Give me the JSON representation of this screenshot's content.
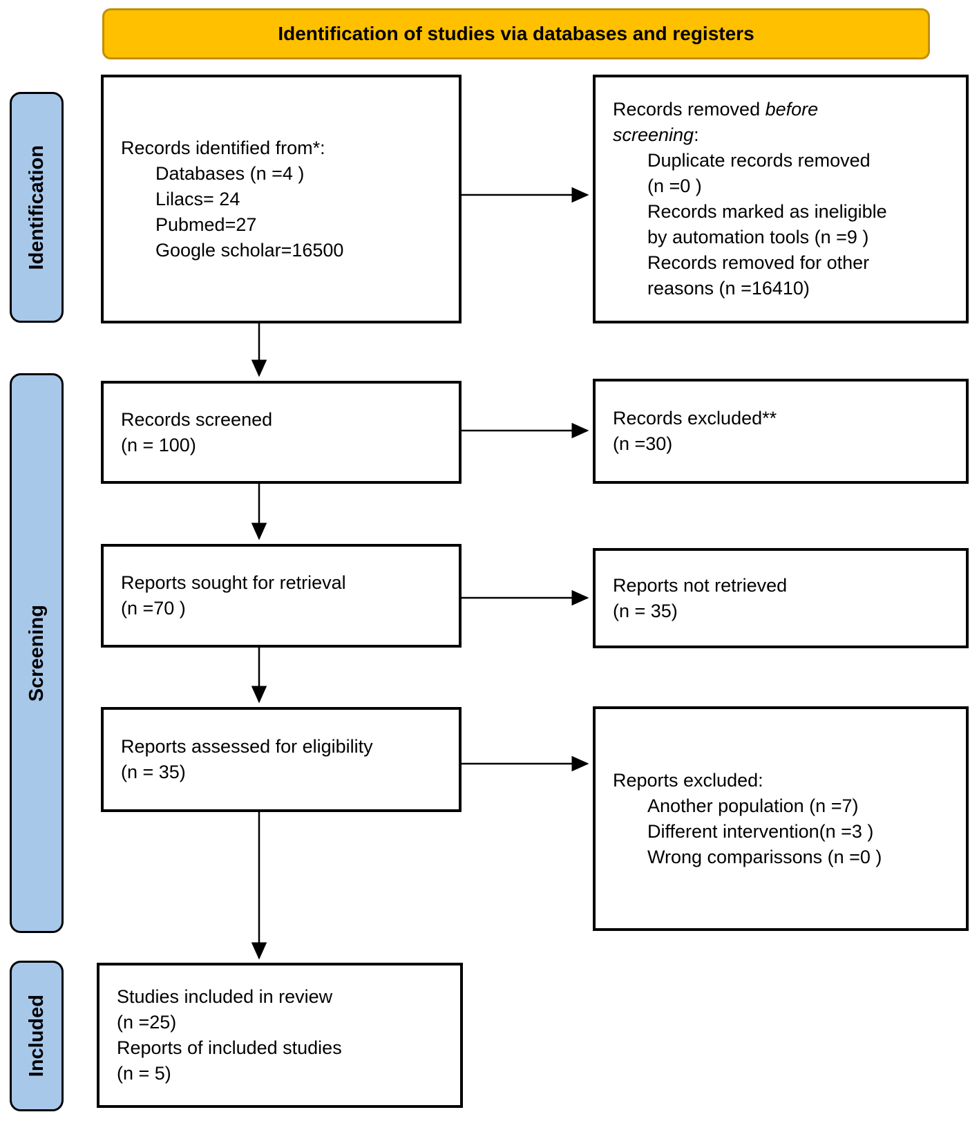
{
  "title": "Identification of studies via databases and registers",
  "colors": {
    "banner_fill": "#FFC000",
    "banner_border": "#BF9000",
    "sidebar_fill": "#A8C8EA",
    "line_color": "#000000"
  },
  "sidebars": {
    "identification": "Identification",
    "screening": "Screening",
    "included": "Included"
  },
  "boxes": {
    "records_identified": {
      "heading": "Records identified from*:",
      "items": [
        "Databases (n =4 )",
        "Lilacs= 24",
        "Pubmed=27",
        "Google scholar=16500"
      ]
    },
    "records_removed": {
      "prefix": "Records removed ",
      "italic_line1": "before",
      "italic_line2": "screening",
      "colon": ":",
      "items": [
        "Duplicate records removed\n(n =0 )",
        "Records marked as ineligible\nby automation tools (n =9 )",
        "Records removed for other\nreasons (n =16410)"
      ]
    },
    "records_screened": {
      "text": "Records screened\n(n = 100)"
    },
    "records_excluded": {
      "text": "Records excluded**\n(n =30)"
    },
    "reports_sought": {
      "text": "Reports sought for retrieval\n(n =70 )"
    },
    "reports_not_retrieved": {
      "text": "Reports not retrieved\n(n = 35)"
    },
    "reports_assessed": {
      "text": "Reports assessed for eligibility\n(n = 35)"
    },
    "reports_excluded": {
      "heading": "Reports excluded:",
      "items": [
        "Another population (n =7)",
        "Different intervention(n =3 )",
        "Wrong comparissons (n =0 )"
      ]
    },
    "studies_included": {
      "text": "Studies included in review\n(n =25)\nReports of included studies\n(n = 5)"
    }
  }
}
